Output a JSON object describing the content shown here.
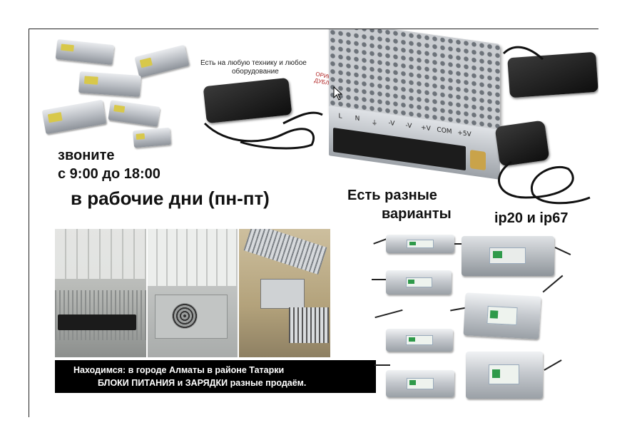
{
  "caption_top": {
    "line1": "Есть на любую технику и любое",
    "line2": "оборудование"
  },
  "tag_text": {
    "line1": "ОРИГИНАЛЫ и",
    "line2": "ДУБЛИКАТЫ"
  },
  "call": {
    "line1": "звоните",
    "line2": "с 9:00 до 18:00",
    "line3": "в рабочие дни (пн-пт)"
  },
  "variants": {
    "line1": "Есть разные",
    "line2": "варианты"
  },
  "ip_rating": "ip20 и ip67",
  "terminal_labels": [
    "L",
    "N",
    "⏚",
    "-V",
    "-V",
    "+V",
    "COM",
    "+5V"
  ],
  "location_banner": {
    "line1": "Находимся: в городе Алматы в районе Татарки",
    "line2": "БЛОКИ ПИТАНИЯ и ЗАРЯДКИ разные продаём."
  },
  "colors": {
    "banner_bg": "#000000",
    "banner_text": "#ffffff",
    "text": "#111111"
  }
}
